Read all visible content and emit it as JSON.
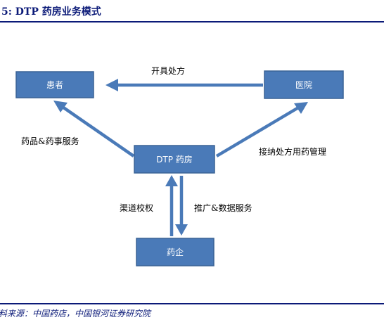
{
  "header": {
    "title": "5:  DTP 药房业务模式"
  },
  "diagram": {
    "nodes": {
      "patient": "患者",
      "hospital": "医院",
      "dtp": "DTP 药房",
      "pharma": "药企"
    },
    "edges": {
      "prescription": "开具处方",
      "drug_service": "药品&药事服务",
      "receive": "接纳处方用药管理",
      "channel": "渠道校权",
      "promotion": "推广&数据服务"
    }
  },
  "footer": {
    "source": "料来源：中国药店，中国银河证券研究院"
  }
}
